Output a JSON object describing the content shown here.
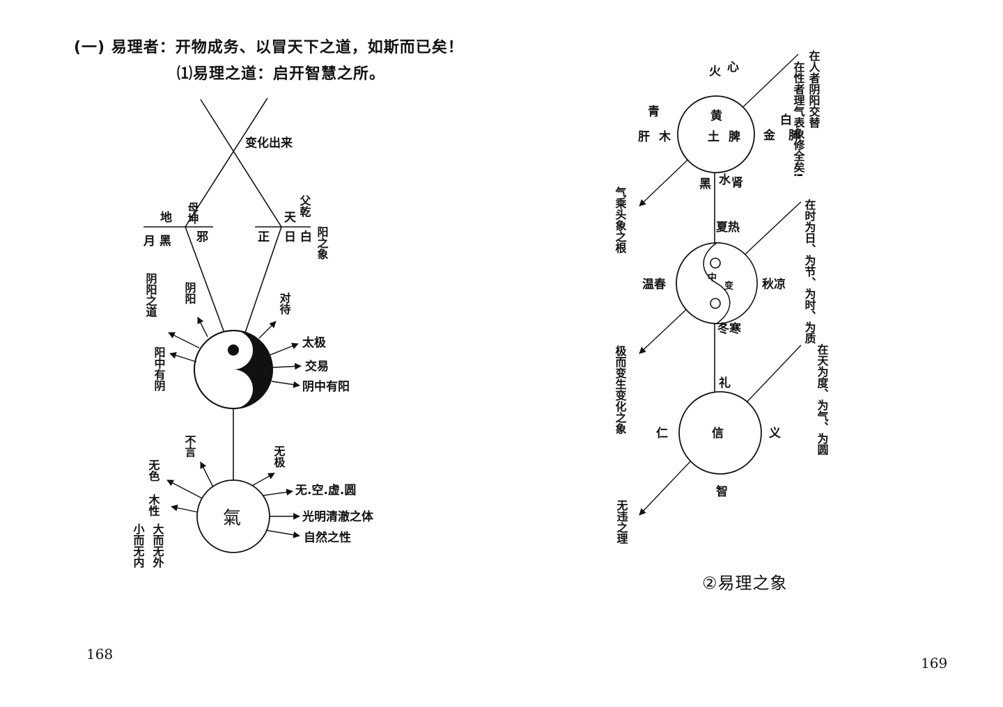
{
  "left_page": {
    "heading": "(一) 易理者：开物成务、以冒天下之道，如斯而已矣！",
    "subheading": "⑴易理之道：启开智慧之所。",
    "page_number": "168",
    "diagram": {
      "cross_label": "变化出来",
      "left_top": "母坤",
      "left_side": "地",
      "left_under": "月 黑",
      "left_bar": "邪",
      "right_top": "父乾",
      "right_side": "天",
      "right_bar": "正",
      "right_under": "日 白",
      "right_vertical": "阳之象",
      "taiji_left_1": "阴阳之道",
      "taiji_left_2": "阴阳",
      "taiji_left_3": "阳中有阴",
      "taiji_right_1": "对待",
      "taiji_right_2": "太极",
      "taiji_right_3": "交易",
      "taiji_right_4": "阴中有阳",
      "qi_center": "氣",
      "qi_left_1": "不言",
      "qi_left_2": "无色",
      "qi_left_3": "木性",
      "qi_left_4": "大而无外",
      "qi_left_5": "小而无内",
      "qi_right_1": "无极",
      "qi_right_2": "无.空.虚.圆",
      "qi_right_3": "光明清澈之体",
      "qi_right_4": "自然之性"
    }
  },
  "right_page": {
    "caption": "②易理之象",
    "page_number": "169",
    "diagram": {
      "top_fire": "火",
      "top_heart": "心",
      "c1_top": "黄",
      "c1_left": "土",
      "c1_right": "脾",
      "left_blue": "青",
      "left_liver": "肝",
      "left_wood": "木",
      "right_white": "白",
      "right_metal": "金",
      "right_lung": "肺",
      "below_black": "黑",
      "below_water": "水",
      "below_kidney": "肾",
      "summer_heat": "夏热",
      "left_spring": "温春",
      "center_mark": "中",
      "center_change": "变",
      "right_autumn": "秋凉",
      "winter_cold": "冬寒",
      "c3_top": "礼",
      "c3_left": "仁",
      "c3_center": "信",
      "c3_right": "义",
      "c3_bottom": "智",
      "note_r1": "在人者阴阳交替",
      "note_r2": "在性者理气表象修全矣!",
      "note_r3": "在时为日、为节、为时、为质",
      "note_r4": "在天为度、为气、为圆",
      "note_l1": "气乘头象之根",
      "note_l2": "极而变生变化之象",
      "note_l3": "无违之理"
    }
  }
}
